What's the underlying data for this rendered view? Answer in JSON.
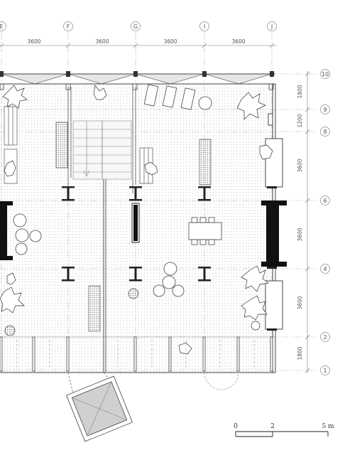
{
  "grid_top": [
    "E",
    "F",
    "G",
    "I",
    "J"
  ],
  "dims_top": [
    "3600",
    "3600",
    "3600",
    "3600"
  ],
  "grid_right": [
    "10",
    "9",
    "8",
    "6",
    "4",
    "2",
    "1"
  ],
  "dims_right": [
    "1800",
    "1200",
    "3600",
    "3600",
    "3600",
    "1800"
  ],
  "scale": {
    "zero": "0",
    "mid": "2",
    "end": "5 m"
  }
}
